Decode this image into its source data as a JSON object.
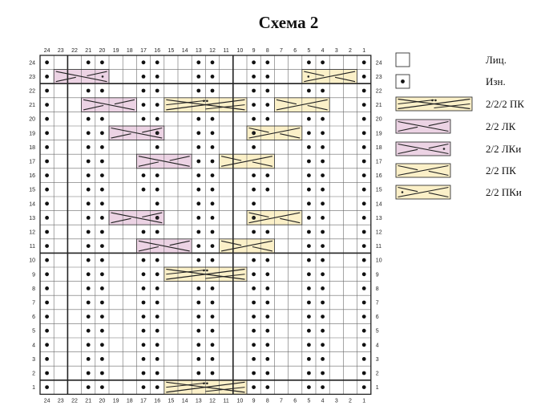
{
  "title": "Схема 2",
  "colors": {
    "pink": "#ecd3e4",
    "yellow": "#fbf0c8",
    "grid": "#6b6b6b",
    "thick": "#222222",
    "dot": "#111111"
  },
  "column_labels": [
    "24",
    "23",
    "22",
    "21",
    "20",
    "19",
    "18",
    "17",
    "16",
    "15",
    "14",
    "13",
    "12",
    "11",
    "10",
    "9",
    "8",
    "7",
    "6",
    "5",
    "4",
    "3",
    "2",
    "1"
  ],
  "row_labels": [
    "24",
    "23",
    "22",
    "21",
    "20",
    "19",
    "18",
    "17",
    "16",
    "15",
    "14",
    "13",
    "12",
    "11",
    "10",
    "9",
    "8",
    "7",
    "6",
    "5",
    "4",
    "3",
    "2",
    "1"
  ],
  "legend": [
    {
      "type": "knit",
      "label": "Лиц."
    },
    {
      "type": "purl",
      "label": "Изн."
    },
    {
      "type": "c4x",
      "label": "2/2/2 ПК"
    },
    {
      "type": "lc",
      "label": "2/2 ЛК"
    },
    {
      "type": "lcp",
      "label": "2/2 ЛКи"
    },
    {
      "type": "rc",
      "label": "2/2 ПК"
    },
    {
      "type": "rcp",
      "label": "2/2 ПКи"
    }
  ],
  "chart": {
    "rows": 24,
    "cols": 24,
    "purl_cells": {
      "24": [
        24,
        21,
        20,
        17,
        16,
        13,
        12,
        9,
        8,
        5,
        4,
        1
      ],
      "23": [
        24,
        17,
        16,
        13,
        12,
        9,
        8,
        1
      ],
      "22": [
        24,
        21,
        20,
        17,
        16,
        13,
        12,
        9,
        8,
        5,
        4,
        1
      ],
      "21": [
        24,
        17,
        16,
        9,
        8,
        1
      ],
      "20": [
        24,
        21,
        20,
        17,
        16,
        13,
        12,
        9,
        8,
        5,
        4,
        1
      ],
      "19": [
        24,
        21,
        20,
        16,
        13,
        12,
        9,
        5,
        4,
        1
      ],
      "18": [
        24,
        21,
        20,
        16,
        13,
        12,
        9,
        5,
        4,
        1
      ],
      "17": [
        24,
        21,
        20,
        13,
        12,
        5,
        4,
        1
      ],
      "16": [
        24,
        21,
        20,
        17,
        16,
        13,
        12,
        9,
        8,
        5,
        4,
        1
      ],
      "15": [
        24,
        21,
        20,
        17,
        16,
        13,
        12,
        9,
        8,
        5,
        4,
        1
      ],
      "14": [
        24,
        21,
        20,
        16,
        13,
        12,
        9,
        5,
        4,
        1
      ],
      "13": [
        24,
        21,
        20,
        16,
        13,
        12,
        9,
        5,
        4,
        1
      ],
      "12": [
        24,
        21,
        20,
        17,
        16,
        13,
        12,
        9,
        8,
        5,
        4,
        1
      ],
      "11": [
        24,
        21,
        20,
        13,
        12,
        5,
        4,
        1
      ],
      "10": [
        24,
        21,
        20,
        17,
        16,
        13,
        12,
        9,
        8,
        5,
        4,
        1
      ],
      "9": [
        24,
        21,
        20,
        17,
        16,
        9,
        8,
        5,
        4,
        1
      ],
      "8": [
        24,
        21,
        20,
        17,
        16,
        13,
        12,
        9,
        8,
        5,
        4,
        1
      ],
      "7": [
        24,
        21,
        20,
        17,
        16,
        13,
        12,
        9,
        8,
        5,
        4,
        1
      ],
      "6": [
        24,
        21,
        20,
        17,
        16,
        13,
        12,
        9,
        8,
        5,
        4,
        1
      ],
      "5": [
        24,
        21,
        20,
        17,
        16,
        13,
        12,
        9,
        8,
        5,
        4,
        1
      ],
      "4": [
        24,
        21,
        20,
        17,
        16,
        13,
        12,
        9,
        8,
        5,
        4,
        1
      ],
      "3": [
        24,
        21,
        20,
        17,
        16,
        13,
        12,
        9,
        8,
        5,
        4,
        1
      ],
      "2": [
        24,
        21,
        20,
        17,
        16,
        13,
        12,
        9,
        8,
        5,
        4,
        1
      ],
      "1": [
        24,
        21,
        20,
        17,
        16,
        9,
        8,
        5,
        4,
        1
      ]
    },
    "cables": [
      {
        "row": 23,
        "from": 23,
        "to": 20,
        "type": "lcp"
      },
      {
        "row": 23,
        "from": 5,
        "to": 2,
        "type": "rcp"
      },
      {
        "row": 21,
        "from": 21,
        "to": 18,
        "type": "lc"
      },
      {
        "row": 21,
        "from": 15,
        "to": 10,
        "type": "c4x"
      },
      {
        "row": 21,
        "from": 7,
        "to": 4,
        "type": "rc"
      },
      {
        "row": 19,
        "from": 19,
        "to": 16,
        "type": "lcp"
      },
      {
        "row": 19,
        "from": 9,
        "to": 6,
        "type": "rcp"
      },
      {
        "row": 17,
        "from": 17,
        "to": 14,
        "type": "lc"
      },
      {
        "row": 17,
        "from": 11,
        "to": 8,
        "type": "rc"
      },
      {
        "row": 13,
        "from": 19,
        "to": 16,
        "type": "lcp"
      },
      {
        "row": 13,
        "from": 9,
        "to": 6,
        "type": "rcp"
      },
      {
        "row": 11,
        "from": 17,
        "to": 14,
        "type": "lc"
      },
      {
        "row": 11,
        "from": 11,
        "to": 8,
        "type": "rc"
      },
      {
        "row": 9,
        "from": 15,
        "to": 10,
        "type": "c4x"
      },
      {
        "row": 1,
        "from": 15,
        "to": 10,
        "type": "c4x"
      }
    ],
    "thick_rows": [
      1,
      10,
      22
    ],
    "thick_cols": [
      22,
      10
    ]
  }
}
